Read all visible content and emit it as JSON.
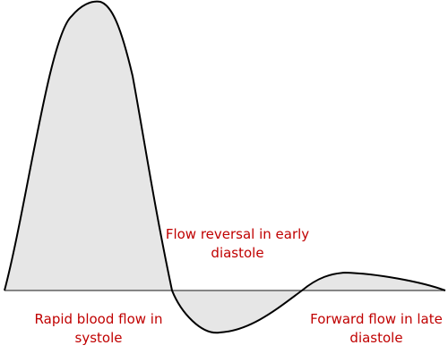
{
  "colors": {
    "curve": "#000000",
    "fill": "#e6e6e6",
    "baseline": "#444444",
    "label": "#c00000"
  },
  "waveform": {
    "phases": [
      {
        "name": "systolic-forward",
        "relative_peak": 1.0
      },
      {
        "name": "early-diastolic-reversal",
        "relative_peak": -0.15
      },
      {
        "name": "late-diastolic-forward",
        "relative_peak": 0.06
      }
    ]
  },
  "labels": {
    "systole": [
      "Rapid blood flow in",
      "systole"
    ],
    "early_diastole": [
      "Flow reversal in early",
      "diastole"
    ],
    "late_diastole": [
      "Forward flow in late",
      "diastole"
    ]
  }
}
